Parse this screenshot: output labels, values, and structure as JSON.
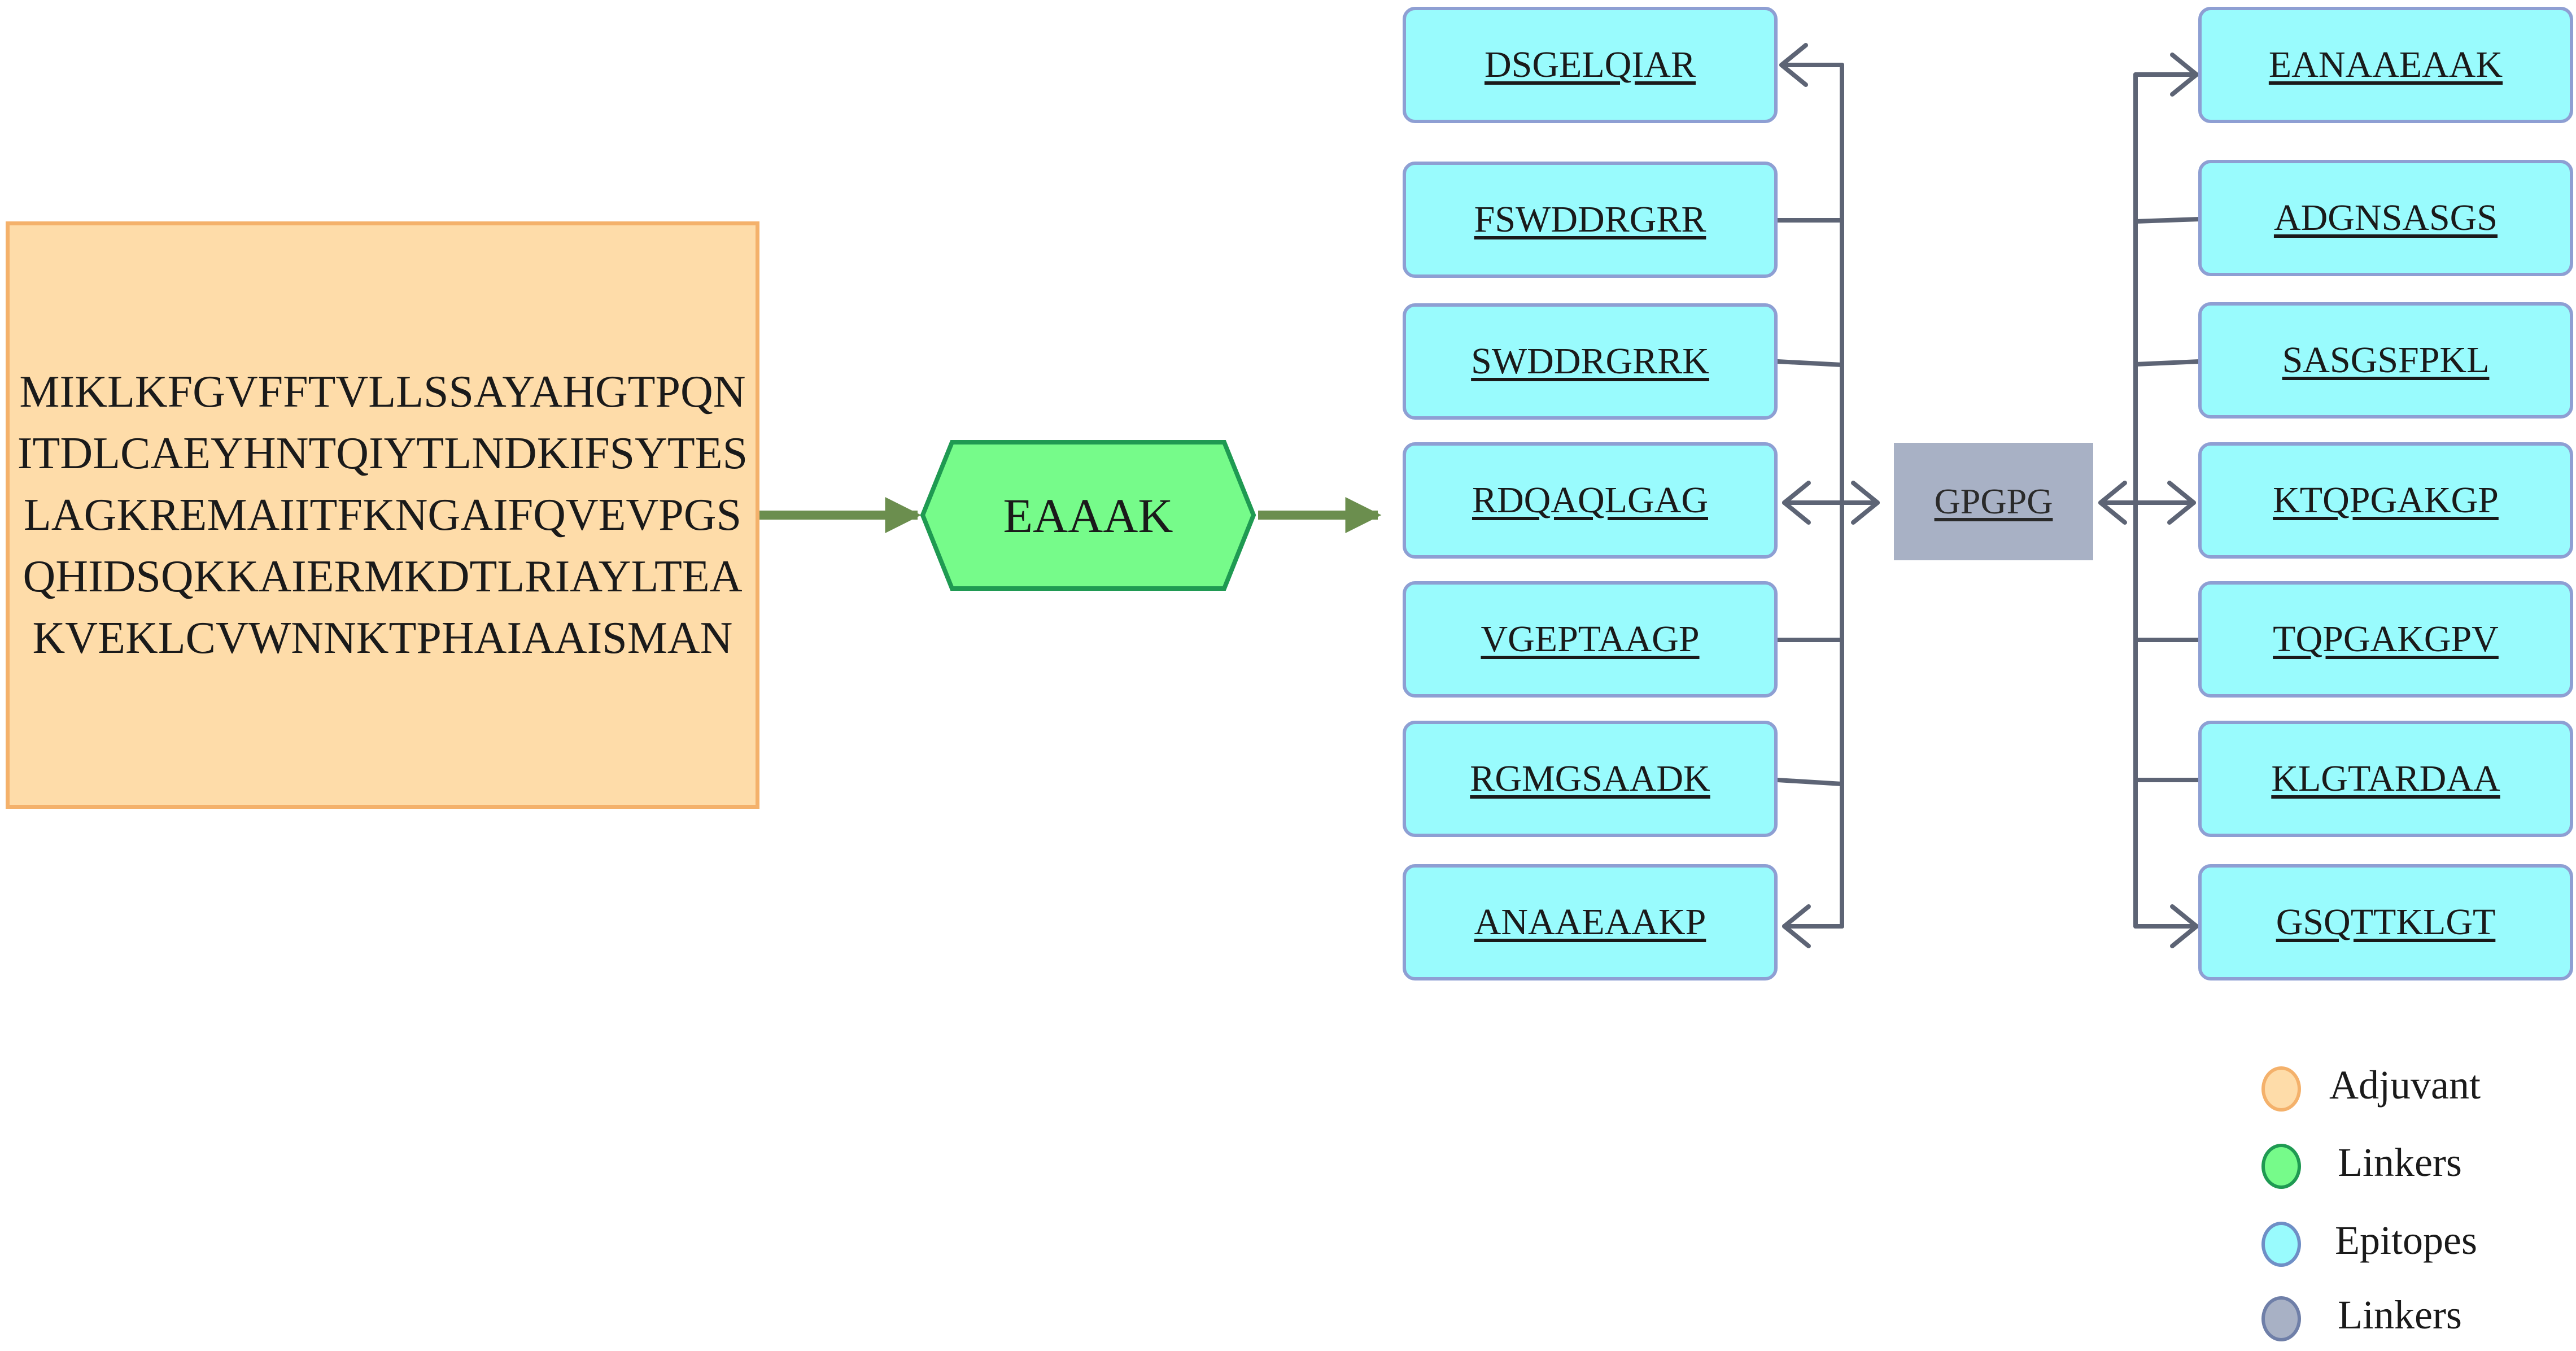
{
  "adjuvant": {
    "sequence_lines": [
      "MIKLKFGVFFTVLLSSAYAHGTPQN",
      "ITDLCAEYHNTQIYTLNDKIFSYTES",
      "LAGKREMAIITFKNGAIFQVEVPGS",
      "QHIDSQKKAIERMKDTLRIAYLTEA",
      "KVEKLCVWNNKTPHAIAAISMAN"
    ]
  },
  "linker_eaaak": "EAAAK",
  "linker_gpgpg": "GPGPG",
  "epitopes_left": [
    "DSGELQIAR",
    "FSWDDRGRR",
    "SWDDRGRRK",
    "RDQAQLGAG",
    "VGEPTAAGP",
    "RGMGSAADK",
    "ANAAEAAKP"
  ],
  "epitopes_right": [
    "EANAAEAAK",
    "ADGNSASGS",
    "SASGSFPKL",
    "KTQPGAKGP",
    "TQPGAKGPV",
    "KLGTARDAA",
    "GSQTTKLGT"
  ],
  "legend": [
    {
      "label": "Adjuvant",
      "color": "#fedca9",
      "border": "#f4b16b"
    },
    {
      "label": "Linkers",
      "color": "#76fb8a",
      "border": "#1f9a52"
    },
    {
      "label": "Epitopes",
      "color": "#99fbfd",
      "border": "#6f8fc6"
    },
    {
      "label": "Linkers",
      "color": "#a8b1c5",
      "border": "#6f7fa8"
    }
  ],
  "colors": {
    "adjuvant_fill": "#fedca9",
    "adjuvant_border": "#f4b16b",
    "hex_fill": "#76fb8a",
    "hex_border": "#1f9a52",
    "epitope_fill": "#99fbfd",
    "epitope_border": "#8e9fd3",
    "gpgpg_fill": "#a8b1c5",
    "green_arrow": "#6b8e4e",
    "connector": "#5d6475"
  }
}
